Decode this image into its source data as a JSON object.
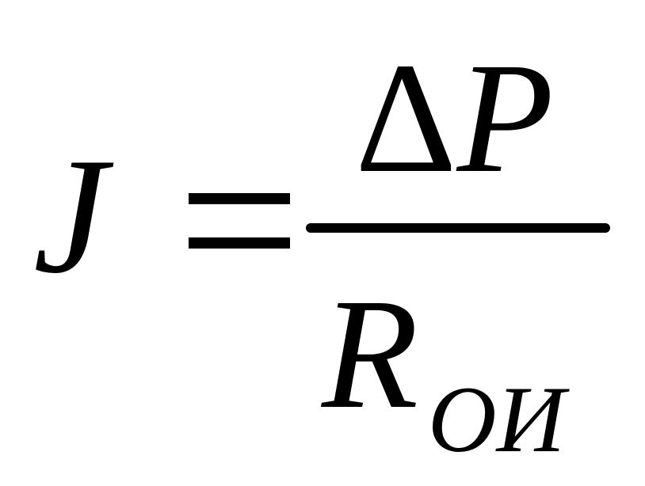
{
  "formula": {
    "lhs": "J",
    "equals": "=",
    "numerator_delta": "Δ",
    "numerator_var": "P",
    "denominator_var": "R",
    "denominator_subscript": "ОИ"
  },
  "colors": {
    "ink": "#000000",
    "background": "#ffffff"
  }
}
